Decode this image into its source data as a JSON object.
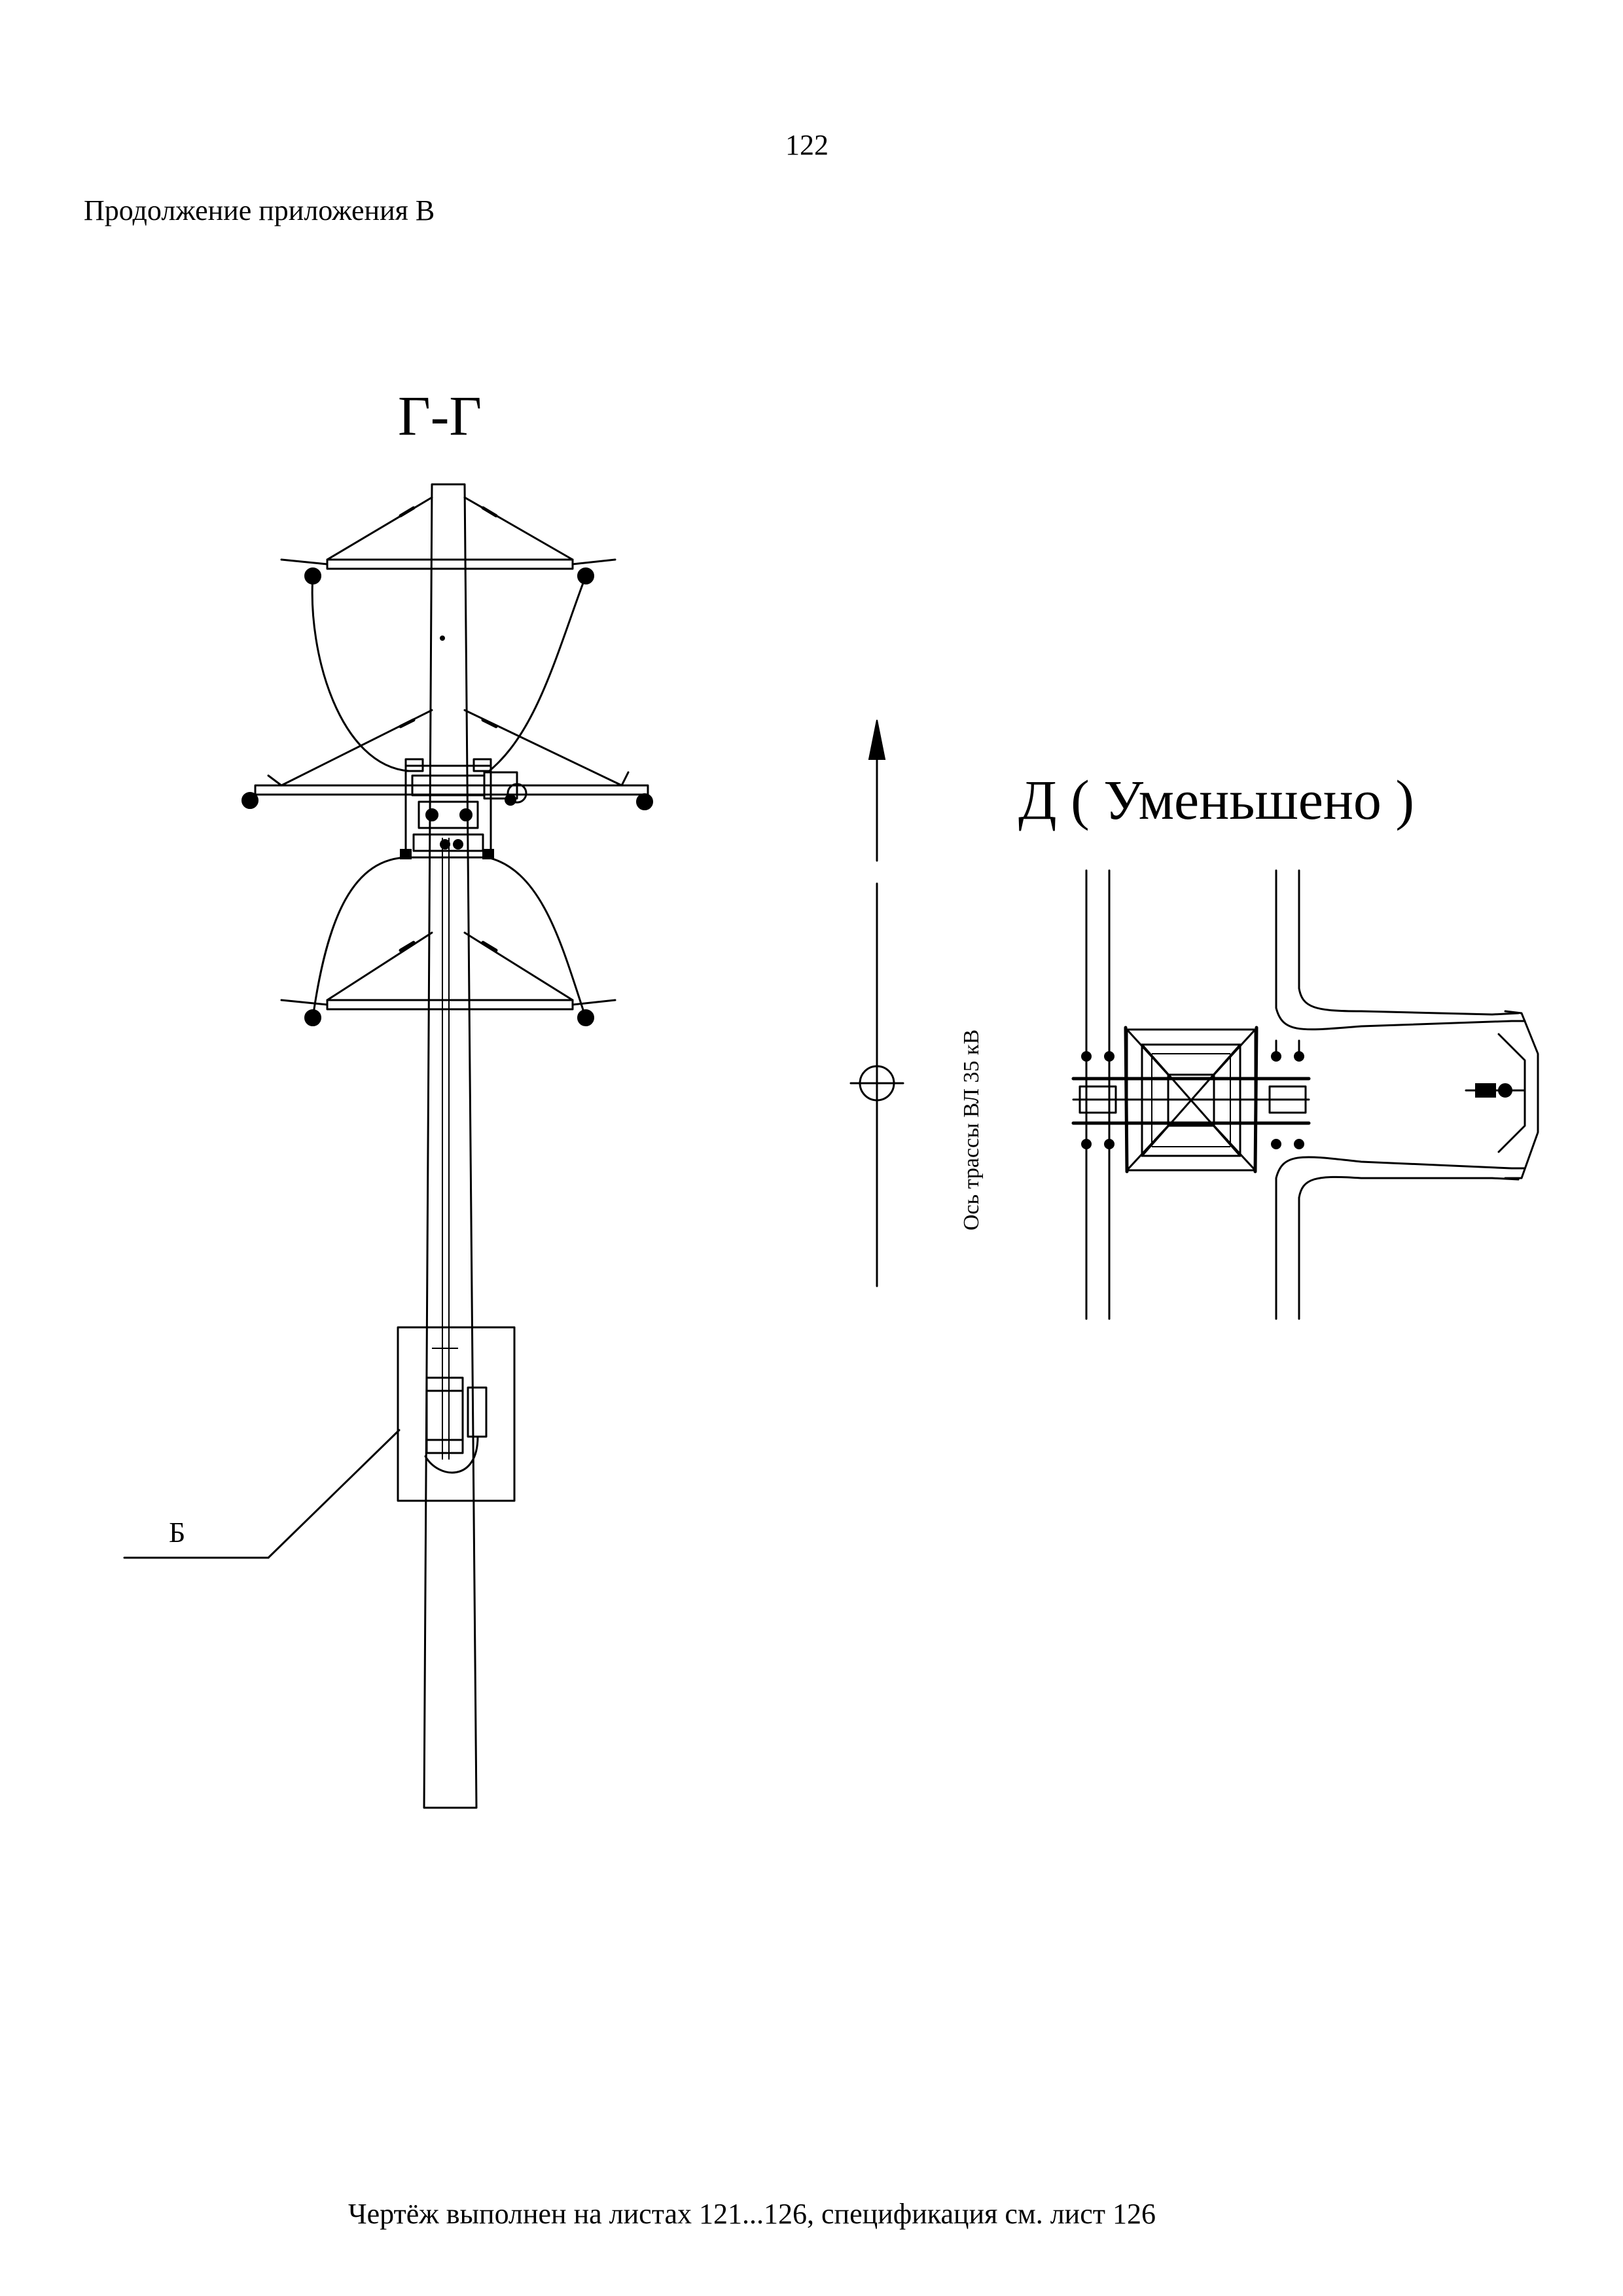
{
  "page": {
    "number": "122",
    "appendix_title": "Продолжение приложения В",
    "footer_note": "Чертёж выполнен на листах 121...126, спецификация см. лист 126"
  },
  "drawing": {
    "view_g": {
      "title": "Г-Г",
      "callout_label": "Б"
    },
    "view_d": {
      "title": "Д ( Уменьшено )"
    },
    "route_axis": {
      "label": "Ось трассы ВЛ 35 кВ"
    }
  }
}
